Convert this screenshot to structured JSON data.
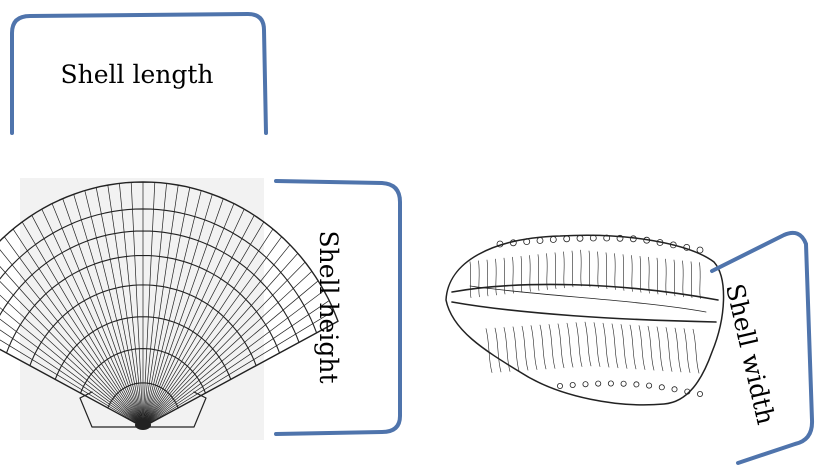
{
  "labels": {
    "length": "Shell length",
    "height": "Shell height",
    "width": "Shell width"
  },
  "colors": {
    "bracket": "#4f74ac",
    "ink": "#222222",
    "background": "#ffffff"
  },
  "figures": {
    "scallop": "scallop-shell-drawing",
    "clam": "clam-shell-side-view-drawing"
  }
}
